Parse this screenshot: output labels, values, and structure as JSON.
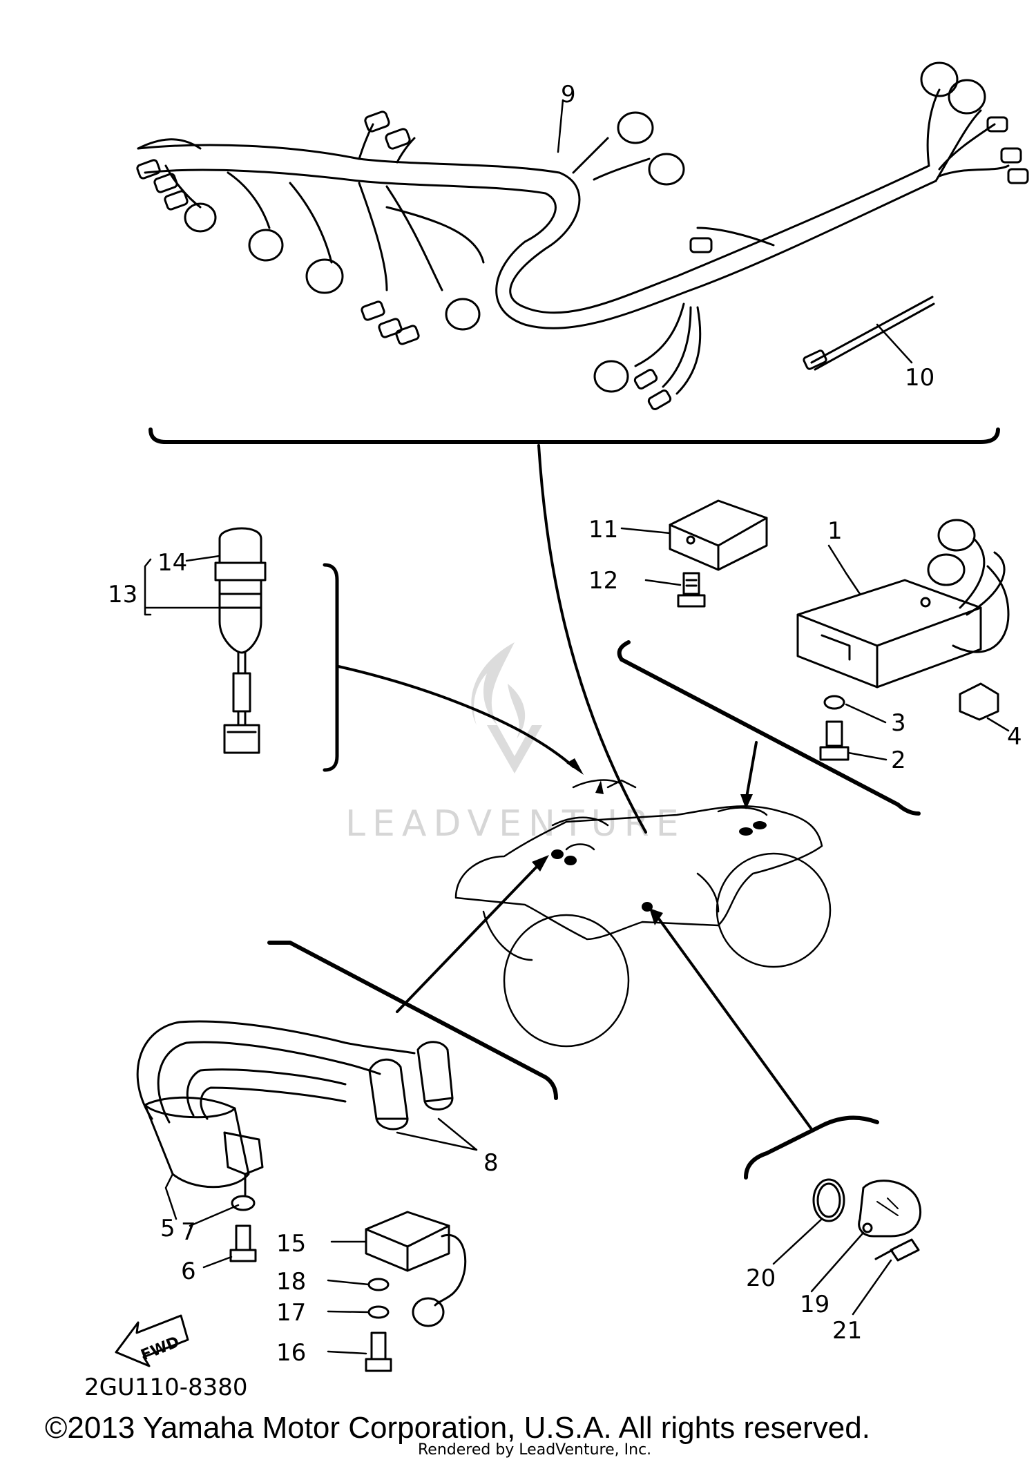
{
  "diagram": {
    "part_code": "2GU110-8380",
    "direction_marker": "FWD",
    "copyright": "©2013 Yamaha Motor Corporation, U.S.A. All rights reserved.",
    "rendered_by": "Rendered by LeadVenture, Inc.",
    "watermark": "LEADVENTURE",
    "callouts": [
      "1",
      "2",
      "3",
      "4",
      "5",
      "6",
      "7",
      "8",
      "9",
      "10",
      "11",
      "12",
      "13",
      "14",
      "15",
      "16",
      "17",
      "18",
      "19",
      "20",
      "21"
    ]
  }
}
